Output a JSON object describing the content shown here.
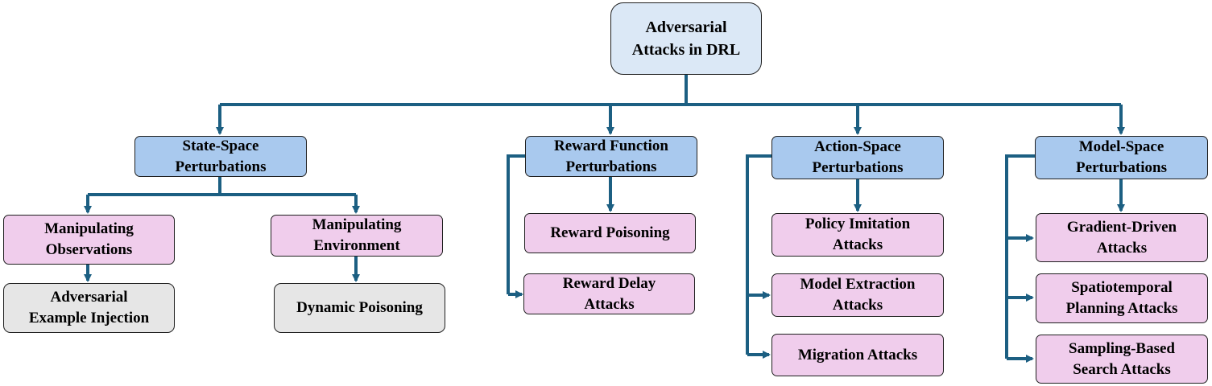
{
  "root": {
    "label": "Adversarial\nAttacks in DRL"
  },
  "categories": [
    {
      "label": "State-Space\nPerturbations",
      "subcategories": [
        {
          "label": "Manipulating\nObservations",
          "children": [
            {
              "label": "Adversarial\nExample Injection"
            }
          ]
        },
        {
          "label": "Manipulating\nEnvironment",
          "children": [
            {
              "label": "Dynamic Poisoning"
            }
          ]
        }
      ]
    },
    {
      "label": "Reward Function\nPerturbations",
      "children": [
        {
          "label": "Reward Poisoning"
        },
        {
          "label": "Reward Delay\nAttacks"
        }
      ]
    },
    {
      "label": "Action-Space\nPerturbations",
      "children": [
        {
          "label": "Policy Imitation\nAttacks"
        },
        {
          "label": "Model Extraction\nAttacks"
        },
        {
          "label": "Migration Attacks"
        }
      ]
    },
    {
      "label": "Model-Space\nPerturbations",
      "children": [
        {
          "label": "Gradient-Driven\nAttacks"
        },
        {
          "label": "Spatiotemporal\nPlanning Attacks"
        },
        {
          "label": "Sampling-Based\nSearch Attacks"
        }
      ]
    }
  ],
  "colors": {
    "connector": "#1c5f82",
    "root_fill": "#dbe8f6",
    "category_fill": "#a9c9ee",
    "subcategory_fill": "#f0cdec",
    "leaf_fill": "#e6e6e6"
  }
}
